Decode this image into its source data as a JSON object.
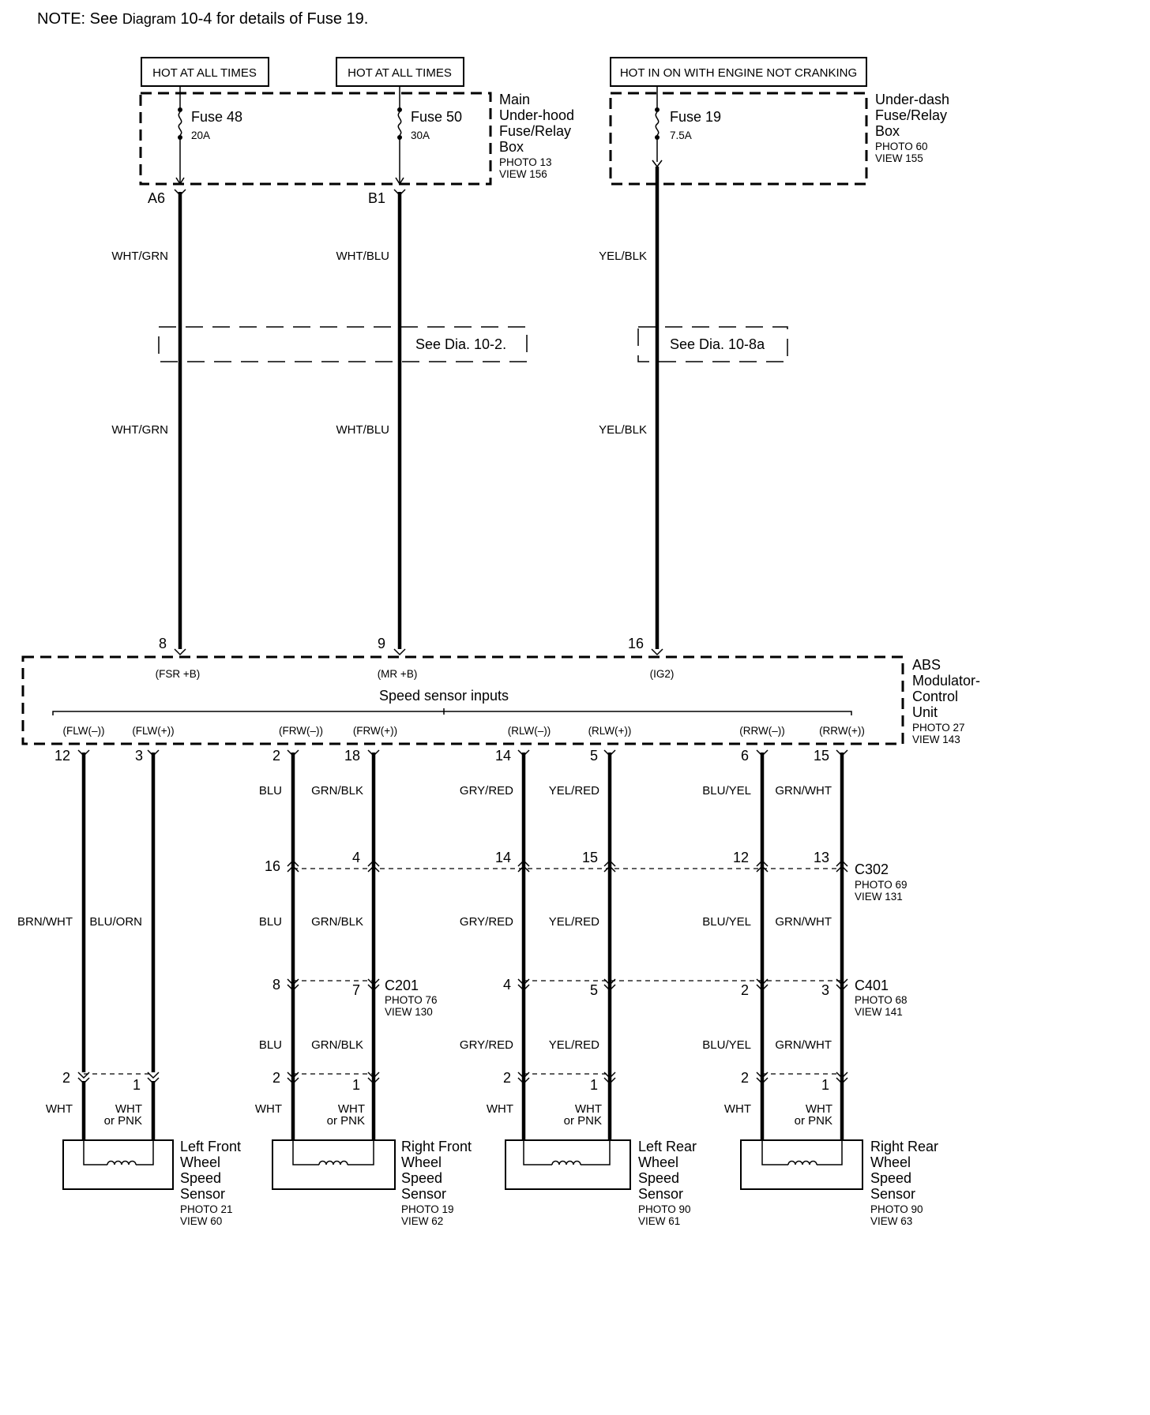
{
  "note": {
    "prefix": "NOTE: See ",
    "diagram_word": "Diagram",
    "diagram_number": " 10-4",
    "suffix": "  for details of Fuse 19."
  },
  "power": {
    "hot_at_all_times": "HOT AT ALL TIMES",
    "hot_in_on": "HOT IN ON WITH ENGINE NOT CRANKING"
  },
  "fuses": {
    "f48_name": "Fuse 48",
    "f48_rating": "20A",
    "f50_name": "Fuse 50",
    "f50_rating": "30A",
    "f19_name": "Fuse 19",
    "f19_rating": "7.5A"
  },
  "main_box": {
    "line1": "Main",
    "line2": "Under-hood",
    "line3": "Fuse/Relay",
    "line4": "Box",
    "photo": "PHOTO 13",
    "view": "VIEW 156"
  },
  "dash_box": {
    "line1": "Under-dash",
    "line2": "Fuse/Relay",
    "line3": "Box",
    "photo": "PHOTO 60",
    "view": "VIEW 155"
  },
  "terminals": {
    "a6": "A6",
    "b1": "B1"
  },
  "upper_wires": {
    "w1": "WHT/GRN",
    "w2": "WHT/BLU",
    "w3": "YEL/BLK"
  },
  "see_dia": {
    "left": "See Dia.  10-2.",
    "right": "See Dia.  10-8a"
  },
  "abs_pins": {
    "p8": "8",
    "p9": "9",
    "p16": "16"
  },
  "abs_signals": {
    "fsr": "(FSR +B)",
    "mr": "(MR +B)",
    "ig2": "(IG2)"
  },
  "abs_unit": {
    "line1": "ABS",
    "line2": "Modulator-",
    "line3": "Control",
    "line4": "Unit",
    "photo": "PHOTO 27",
    "view": "VIEW 143",
    "speed_inputs": "Speed sensor inputs"
  },
  "sensor_signals": [
    "(FLW(–))",
    "(FLW(+))",
    "(FRW(–))",
    "(FRW(+))",
    "(RLW(–))",
    "(RLW(+))",
    "(RRW(–))",
    "(RRW(+))"
  ],
  "abs_out_pins": [
    "12",
    "3",
    "2",
    "18",
    "14",
    "5",
    "6",
    "15"
  ],
  "mid_wire_colors": [
    "BRN/WHT",
    "BLU/ORN",
    "BLU",
    "GRN/BLK",
    "GRY/RED",
    "YEL/RED",
    "BLU/YEL",
    "GRN/WHT"
  ],
  "c302": {
    "name": "C302",
    "photo": "PHOTO 69",
    "view": "VIEW 131",
    "pins": [
      "16",
      "4",
      "14",
      "15",
      "12",
      "13"
    ]
  },
  "c201": {
    "name": "C201",
    "photo": "PHOTO 76",
    "view": "VIEW 130",
    "pins": [
      "8",
      "7"
    ]
  },
  "c401": {
    "name": "C401",
    "photo": "PHOTO 68",
    "view": "VIEW 141",
    "pins": [
      "4",
      "5",
      "2",
      "3"
    ]
  },
  "sensor_pins": {
    "minus": "2",
    "plus": "1"
  },
  "sensor_wires": {
    "white": "WHT",
    "alt_top": "WHT",
    "alt_bottom": "or PNK"
  },
  "sensors": [
    {
      "l1": "Left Front",
      "l2": "Wheel",
      "l3": "Speed",
      "l4": "Sensor",
      "photo": "PHOTO 21",
      "view": "VIEW 60"
    },
    {
      "l1": "Right Front",
      "l2": "Wheel",
      "l3": "Speed",
      "l4": "Sensor",
      "photo": "PHOTO 19",
      "view": "VIEW 62"
    },
    {
      "l1": "Left Rear",
      "l2": "Wheel",
      "l3": "Speed",
      "l4": "Sensor",
      "photo": "PHOTO 90",
      "view": "VIEW 61"
    },
    {
      "l1": "Right Rear",
      "l2": "Wheel",
      "l3": "Speed",
      "l4": "Sensor",
      "photo": "PHOTO 90",
      "view": "VIEW 63"
    }
  ]
}
